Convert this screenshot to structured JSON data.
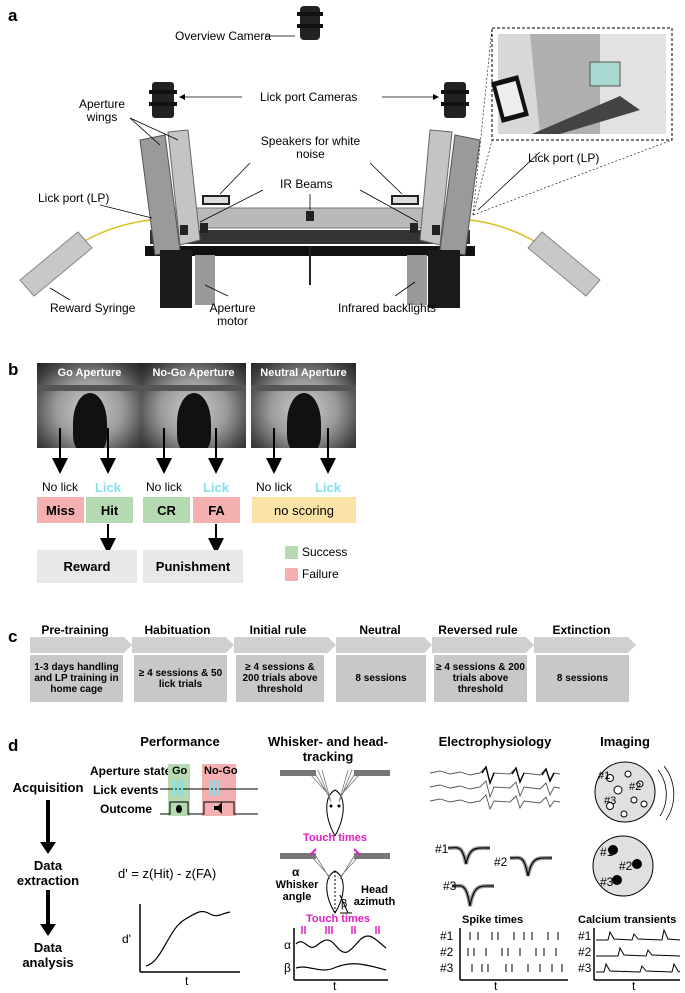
{
  "panels": {
    "a": "a",
    "b": "b",
    "c": "c",
    "d": "d"
  },
  "panel_a": {
    "overview_camera": "Overview Camera",
    "lick_port_cameras": "Lick port Cameras",
    "aperture_wings": "Aperture wings",
    "speakers": "Speakers for white noise",
    "ir_beams": "IR Beams",
    "lick_port_left": "Lick port (LP)",
    "lick_port_right": "Lick port (LP)",
    "reward_syringe": "Reward Syringe",
    "aperture_motor": "Aperture motor",
    "infrared_backlights": "Infrared backlights"
  },
  "panel_b": {
    "photos": [
      "Go Aperture",
      "No-Go Aperture",
      "Neutral Aperture"
    ],
    "responses": [
      "No lick",
      "Lick",
      "No lick",
      "Lick",
      "No lick",
      "Lick"
    ],
    "outcomes": {
      "miss": "Miss",
      "hit": "Hit",
      "cr": "CR",
      "fa": "FA",
      "none": "no scoring"
    },
    "consequences": {
      "reward": "Reward",
      "punishment": "Punishment"
    },
    "legend": {
      "success": "Success",
      "failure": "Failure"
    },
    "colors": {
      "success": "#b5d9b0",
      "failure": "#f4b0b0",
      "neutral": "#fbe3a8",
      "lick": "#7fe0f0",
      "consequence": "#e8e8e8"
    }
  },
  "panel_c": {
    "stages": [
      {
        "title": "Pre-training",
        "desc": "1-3 days handling and LP training in home cage"
      },
      {
        "title": "Habituation",
        "desc": "≥ 4 sessions & 50 lick trials"
      },
      {
        "title": "Initial rule",
        "desc": "≥ 4 sessions & 200 trials above threshold"
      },
      {
        "title": "Neutral",
        "desc": "8 sessions"
      },
      {
        "title": "Reversed rule",
        "desc": "≥ 4 sessions & 200 trials above threshold"
      },
      {
        "title": "Extinction",
        "desc": "8 sessions"
      }
    ]
  },
  "panel_d": {
    "rows": {
      "acquisition": "Acquisition",
      "extraction": "Data extraction",
      "analysis": "Data analysis"
    },
    "columns": {
      "performance": "Performance",
      "tracking": "Whisker- and head-tracking",
      "ephys": "Electrophysiology",
      "imaging": "Imaging"
    },
    "perf_labels": {
      "aperture_state": "Aperture state",
      "lick_events": "Lick events",
      "outcome": "Outcome",
      "go": "Go",
      "nogo": "No-Go"
    },
    "formula": "d' = z(Hit) - z(FA)",
    "dprime_axis": {
      "y": "d'",
      "x": "t"
    },
    "tracking_labels": {
      "touch_times_top": "Touch times",
      "alpha": "α",
      "whisker_angle": "Whisker angle",
      "beta": "β",
      "head_azimuth": "Head azimuth",
      "touch_times_plot": "Touch times",
      "alpha_axis": "α",
      "beta_axis": "β",
      "x": "t"
    },
    "ephys_labels": {
      "units": [
        "#1",
        "#2",
        "#3"
      ],
      "spike_times": "Spike times",
      "rows": [
        "#1",
        "#2",
        "#3"
      ],
      "x": "t"
    },
    "imaging_labels": {
      "cells_top": [
        "#1",
        "#2",
        "#3"
      ],
      "cells_bottom": [
        "#1",
        "#2",
        "#3"
      ],
      "calcium": "Calcium transients",
      "rows": [
        "#1",
        "#2",
        "#3"
      ],
      "x": "t"
    },
    "colors": {
      "touch": "#e020c0",
      "go": "#b5d9b0",
      "nogo": "#f4b0b0",
      "lick": "#7fe0f0"
    }
  }
}
